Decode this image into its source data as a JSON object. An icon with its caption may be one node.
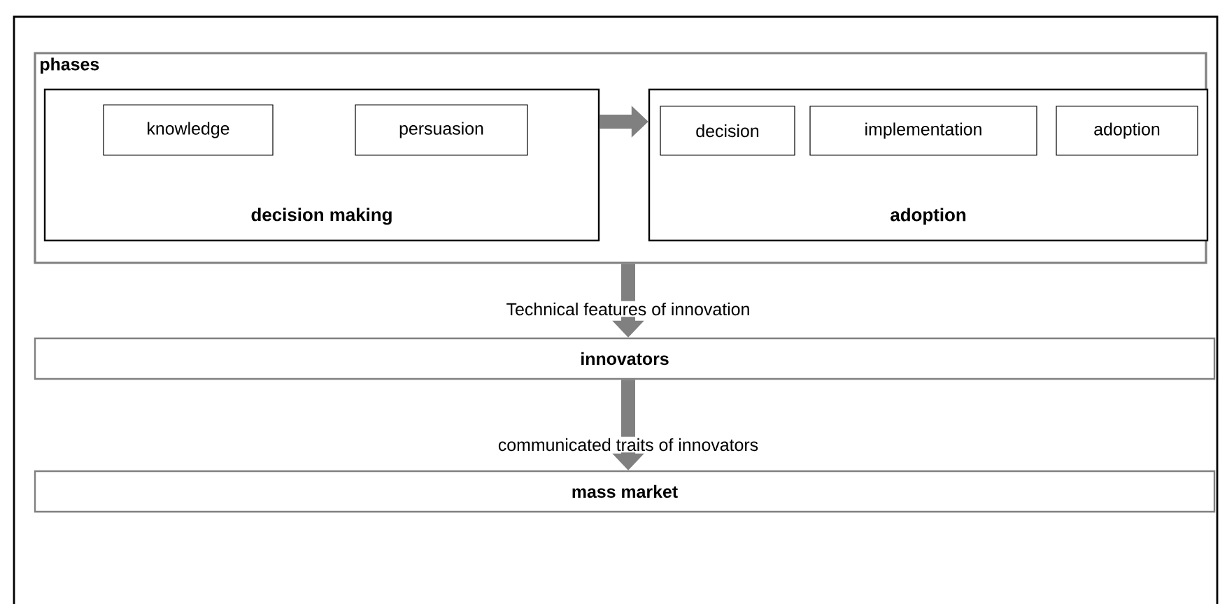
{
  "diagram": {
    "nodes": [
      {
        "text": [
          "phases"
        ]
      },
      {
        "text": [
          "decision making"
        ],
        "in": 0
      },
      {
        "text": [
          "knowledge"
        ],
        "in": 1
      },
      {
        "text": [
          "persuasion"
        ],
        "in": 1
      },
      {
        "text": [
          "adoption"
        ],
        "in": 0
      },
      {
        "text": [
          "decision"
        ],
        "in": 4
      },
      {
        "text": [
          "implementation"
        ],
        "in": 4
      },
      {
        "text": [
          "adoption"
        ],
        "in": 4
      },
      {
        "text": [
          "innovators"
        ]
      },
      {
        "text": [
          "mass market"
        ]
      }
    ],
    "edges": [
      {
        "from": 1,
        "to": 4,
        "arrow": "to"
      },
      {
        "from": 0,
        "to": 8,
        "arrow": "to",
        "label": "Technical features of innovation"
      },
      {
        "from": 8,
        "to": 9,
        "arrow": "to",
        "label": "communicated traits of innovators"
      }
    ]
  }
}
